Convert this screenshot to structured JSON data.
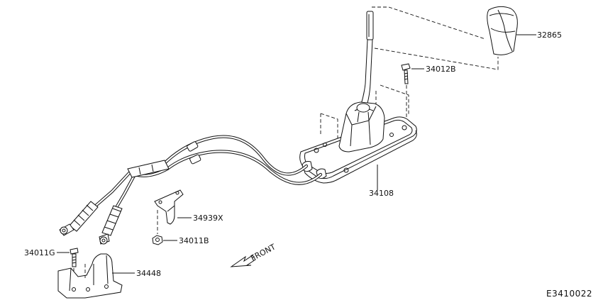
{
  "parts": {
    "knob": "32865",
    "lever_bolt": "34012B",
    "control_device": "34108",
    "cable_bracket": "34939X",
    "bracket_nut": "34011B",
    "stand_bolt": "34011G",
    "cable_stand": "34448"
  },
  "direction": "FRONT",
  "figure_code": "E3410022",
  "icons": {
    "direction_arrow": "arrow-down-left-icon"
  }
}
